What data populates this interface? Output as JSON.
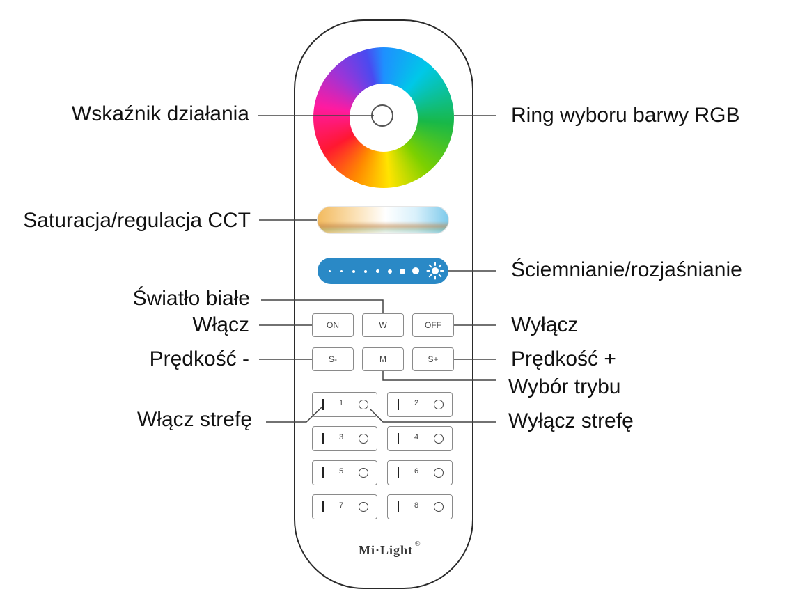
{
  "remote": {
    "brand": "Mi·Light",
    "registered_mark": "®",
    "buttons": {
      "on": "ON",
      "white": "W",
      "off": "OFF",
      "speed_minus": "S-",
      "mode": "M",
      "speed_plus": "S+"
    },
    "zones": [
      "1",
      "2",
      "3",
      "4",
      "5",
      "6",
      "7",
      "8"
    ]
  },
  "labels": {
    "indicator": "Wskaźnik działania",
    "rgb_ring": "Ring wyboru barwy RGB",
    "saturation_cct": "Saturacja/regulacja CCT",
    "dimming": "Ściemnianie/rozjaśnianie",
    "white_light": "Światło białe",
    "on": "Włącz",
    "off": "Wyłącz",
    "speed_minus": "Prędkość -",
    "speed_plus": "Prędkość +",
    "mode": "Wybór trybu",
    "zone_on": "Włącz strefę",
    "zone_off": "Wyłącz strefę"
  },
  "colors": {
    "dimmer_bar": "#2a89c6",
    "outline": "#2a2a2a"
  }
}
